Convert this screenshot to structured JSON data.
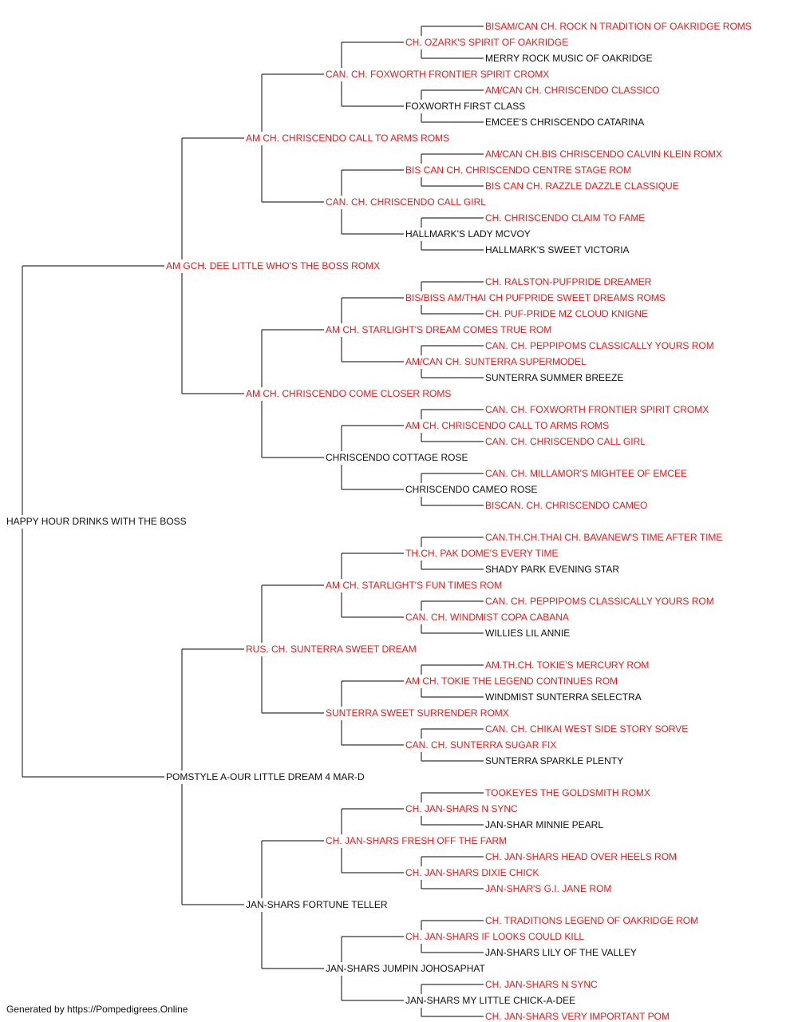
{
  "colors": {
    "titled": "#e31d1d",
    "untitled": "#111111",
    "connector": "#333333"
  },
  "pedigree": {
    "subject": {
      "name": "HAPPY HOUR DRINKS WITH THE BOSS",
      "titled": false
    },
    "sire": {
      "name": "AM GCH. DEE LITTLE WHO'S THE BOSS ROMX",
      "titled": true
    },
    "dam": {
      "name": "POMSTYLE A-OUR LITTLE DREAM 4 MAR-D",
      "titled": false
    },
    "grandparents": [
      {
        "name": "AM CH. CHRISCENDO CALL TO ARMS ROMS",
        "titled": true
      },
      {
        "name": "AM CH. CHRISCENDO COME CLOSER ROMS",
        "titled": true
      },
      {
        "name": "RUS. CH. SUNTERRA SWEET DREAM",
        "titled": true
      },
      {
        "name": "JAN-SHARS FORTUNE TELLER",
        "titled": false
      }
    ],
    "great_grandparents": [
      {
        "name": "CAN. CH. FOXWORTH FRONTIER SPIRIT CROMX",
        "titled": true
      },
      {
        "name": "CAN. CH. CHRISCENDO CALL GIRL",
        "titled": true
      },
      {
        "name": "AM CH. STARLIGHT'S DREAM COMES TRUE ROM",
        "titled": true
      },
      {
        "name": "CHRISCENDO COTTAGE ROSE",
        "titled": false
      },
      {
        "name": "AM CH. STARLIGHT'S FUN TIMES ROM",
        "titled": true
      },
      {
        "name": "SUNTERRA SWEET SURRENDER ROMX",
        "titled": true
      },
      {
        "name": "CH. JAN-SHARS FRESH OFF THE FARM",
        "titled": true
      },
      {
        "name": "JAN-SHARS JUMPIN JOHOSAPHAT",
        "titled": false
      }
    ],
    "g3": [
      {
        "name": "CH. OZARK'S SPIRIT OF OAKRIDGE",
        "titled": true
      },
      {
        "name": "FOXWORTH FIRST CLASS",
        "titled": false
      },
      {
        "name": "BIS CAN CH. CHRISCENDO CENTRE STAGE ROM",
        "titled": true
      },
      {
        "name": "HALLMARK'S LADY MCVOY",
        "titled": false
      },
      {
        "name": "BIS/BISS AM/THAI CH PUFPRIDE SWEET DREAMS ROMS",
        "titled": true
      },
      {
        "name": "AM/CAN CH. SUNTERRA SUPERMODEL",
        "titled": true
      },
      {
        "name": "AM CH. CHRISCENDO CALL TO ARMS ROMS",
        "titled": true
      },
      {
        "name": "CHRISCENDO CAMEO ROSE",
        "titled": false
      },
      {
        "name": "TH.CH. PAK DOME'S EVERY TIME",
        "titled": true
      },
      {
        "name": "CAN. CH. WINDMIST COPA CABANA",
        "titled": true
      },
      {
        "name": "AM CH. TOKIE THE LEGEND CONTINUES ROM",
        "titled": true
      },
      {
        "name": "CAN. CH. SUNTERRA SUGAR FIX",
        "titled": true
      },
      {
        "name": "CH. JAN-SHARS N SYNC",
        "titled": true
      },
      {
        "name": "CH. JAN-SHARS DIXIE CHICK",
        "titled": true
      },
      {
        "name": "CH. JAN-SHARS IF LOOKS COULD KILL",
        "titled": true
      },
      {
        "name": "JAN-SHARS MY LITTLE CHICK-A-DEE",
        "titled": false
      }
    ],
    "g4": [
      {
        "name": "BISAM/CAN CH. ROCK N TRADITION OF OAKRIDGE ROMS",
        "titled": true
      },
      {
        "name": "MERRY ROCK MUSIC OF OAKRIDGE",
        "titled": false
      },
      {
        "name": "AM/CAN CH. CHRISCENDO CLASSICO",
        "titled": true
      },
      {
        "name": "EMCEE'S CHRISCENDO CATARINA",
        "titled": false
      },
      {
        "name": "AM/CAN CH.BIS CHRISCENDO CALVIN KLEIN ROMX",
        "titled": true
      },
      {
        "name": "BIS CAN CH. RAZZLE DAZZLE CLASSIQUE",
        "titled": true
      },
      {
        "name": "CH. CHRISCENDO CLAIM TO FAME",
        "titled": true
      },
      {
        "name": "HALLMARK'S SWEET VICTORIA",
        "titled": false
      },
      {
        "name": "CH. RALSTON-PUFPRIDE DREAMER",
        "titled": true
      },
      {
        "name": "CH. PUF-PRIDE MZ CLOUD KNIGNE",
        "titled": true
      },
      {
        "name": "CAN. CH. PEPPIPOMS CLASSICALLY YOURS ROM",
        "titled": true
      },
      {
        "name": "SUNTERRA SUMMER BREEZE",
        "titled": false
      },
      {
        "name": "CAN. CH. FOXWORTH FRONTIER SPIRIT CROMX",
        "titled": true
      },
      {
        "name": "CAN. CH. CHRISCENDO CALL GIRL",
        "titled": true
      },
      {
        "name": "CAN. CH. MILLAMOR'S MIGHTEE OF EMCEE",
        "titled": true
      },
      {
        "name": "BISCAN. CH. CHRISCENDO CAMEO",
        "titled": true
      },
      {
        "name": "CAN.TH.CH.THAI CH. BAVANEW'S TIME AFTER TIME",
        "titled": true
      },
      {
        "name": "SHADY PARK EVENING STAR",
        "titled": false
      },
      {
        "name": "CAN. CH. PEPPIPOMS CLASSICALLY YOURS ROM",
        "titled": true
      },
      {
        "name": "WILLIES LIL ANNIE",
        "titled": false
      },
      {
        "name": "AM.TH.CH. TOKIE'S MERCURY ROM",
        "titled": true
      },
      {
        "name": "WINDMIST SUNTERRA SELECTRA",
        "titled": false
      },
      {
        "name": "CAN. CH. CHIKAI WEST SIDE STORY SORVE",
        "titled": true
      },
      {
        "name": "SUNTERRA SPARKLE PLENTY",
        "titled": false
      },
      {
        "name": "TOOKEYES THE GOLDSMITH ROMX",
        "titled": true
      },
      {
        "name": "JAN-SHAR MINNIE PEARL",
        "titled": false
      },
      {
        "name": "CH. JAN-SHARS HEAD OVER HEELS ROM",
        "titled": true
      },
      {
        "name": "JAN-SHAR'S G.I. JANE ROM",
        "titled": true
      },
      {
        "name": "CH. TRADITIONS LEGEND OF OAKRIDGE ROM",
        "titled": true
      },
      {
        "name": "JAN-SHARS LILY OF THE VALLEY",
        "titled": false
      },
      {
        "name": "CH. JAN-SHARS N SYNC",
        "titled": true
      },
      {
        "name": "CH. JAN-SHARS VERY IMPORTANT POM",
        "titled": true
      }
    ]
  },
  "footer": {
    "text": "Generated by https://Pompedigrees.Online"
  }
}
